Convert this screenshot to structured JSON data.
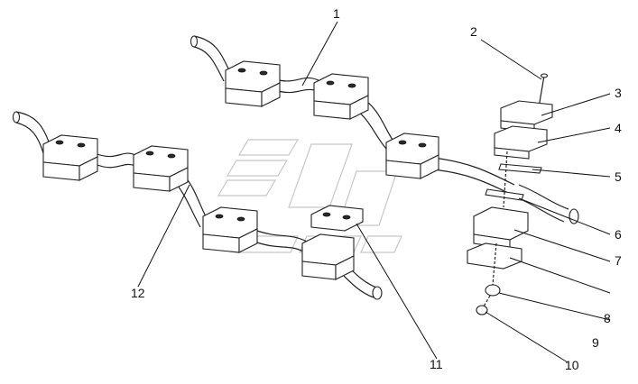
{
  "diagram": {
    "callouts": [
      {
        "id": "c1",
        "text": "1"
      },
      {
        "id": "c2",
        "text": "2"
      },
      {
        "id": "c3",
        "text": "3"
      },
      {
        "id": "c4",
        "text": "4"
      },
      {
        "id": "c5",
        "text": "5"
      },
      {
        "id": "c6",
        "text": "6"
      },
      {
        "id": "c7",
        "text": "7"
      },
      {
        "id": "c8",
        "text": "8"
      },
      {
        "id": "c9",
        "text": "9"
      },
      {
        "id": "c10",
        "text": "10"
      },
      {
        "id": "c11",
        "text": "11"
      },
      {
        "id": "c12",
        "text": "12"
      }
    ]
  },
  "colors": {
    "line": "#222222",
    "watermark": "#c8c8c8",
    "background": "#ffffff"
  }
}
